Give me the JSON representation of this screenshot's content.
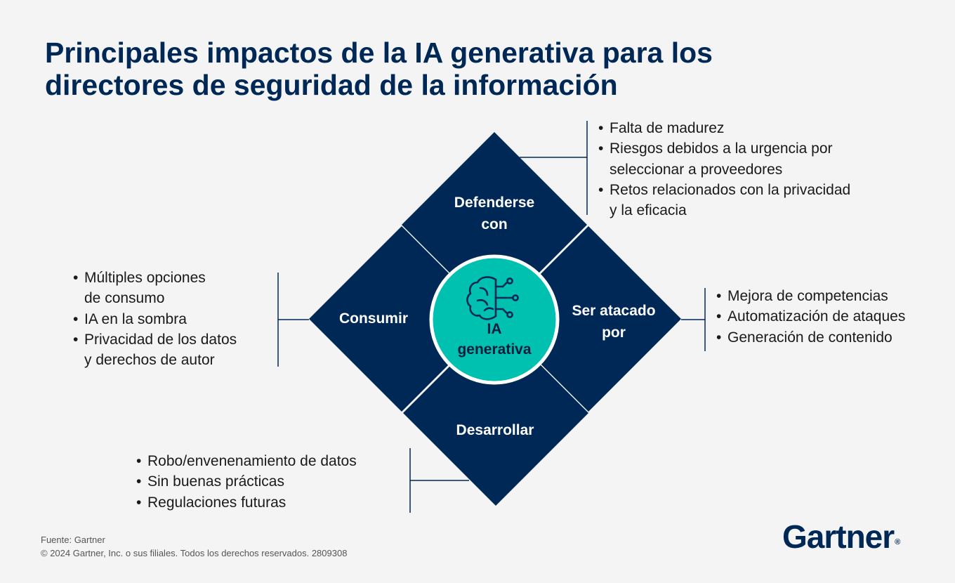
{
  "title": {
    "line1": "Principales impactos de la IA generativa para los",
    "line2": "directores de seguridad de la información"
  },
  "center": {
    "line1": "IA",
    "line2": "generativa",
    "icon": "brain-circuit-icon"
  },
  "quadrants": {
    "top": {
      "line1": "Defenderse",
      "line2": "con"
    },
    "left": {
      "line1": "Consumir"
    },
    "right": {
      "line1": "Ser atacado",
      "line2": "por"
    },
    "bottom": {
      "line1": "Desarrollar"
    }
  },
  "lists": {
    "top": [
      "Falta de madurez",
      "Riesgos debidos a la urgencia por",
      "seleccionar a proveedores",
      "Retos relacionados con la privacidad",
      "y la eficacia"
    ],
    "left": [
      "Múltiples opciones",
      "de consumo",
      "IA en la sombra",
      "Privacidad de los datos",
      "y derechos de autor"
    ],
    "right": [
      "Mejora de competencias",
      "Automatización de ataques",
      "Generación de contenido"
    ],
    "bottom": [
      "Robo/envenenamiento de datos",
      "Sin buenas prácticas",
      "Regulaciones futuras"
    ]
  },
  "footer": {
    "source": "Fuente: Gartner",
    "copyright": "© 2024 Gartner, Inc. o sus filiales. Todos los derechos reservados. 2809308"
  },
  "logo": {
    "text": "Gartner",
    "mark": "®"
  },
  "colors": {
    "navy": "#002856",
    "teal": "#00c1b0",
    "background": "#f4f4f4"
  }
}
